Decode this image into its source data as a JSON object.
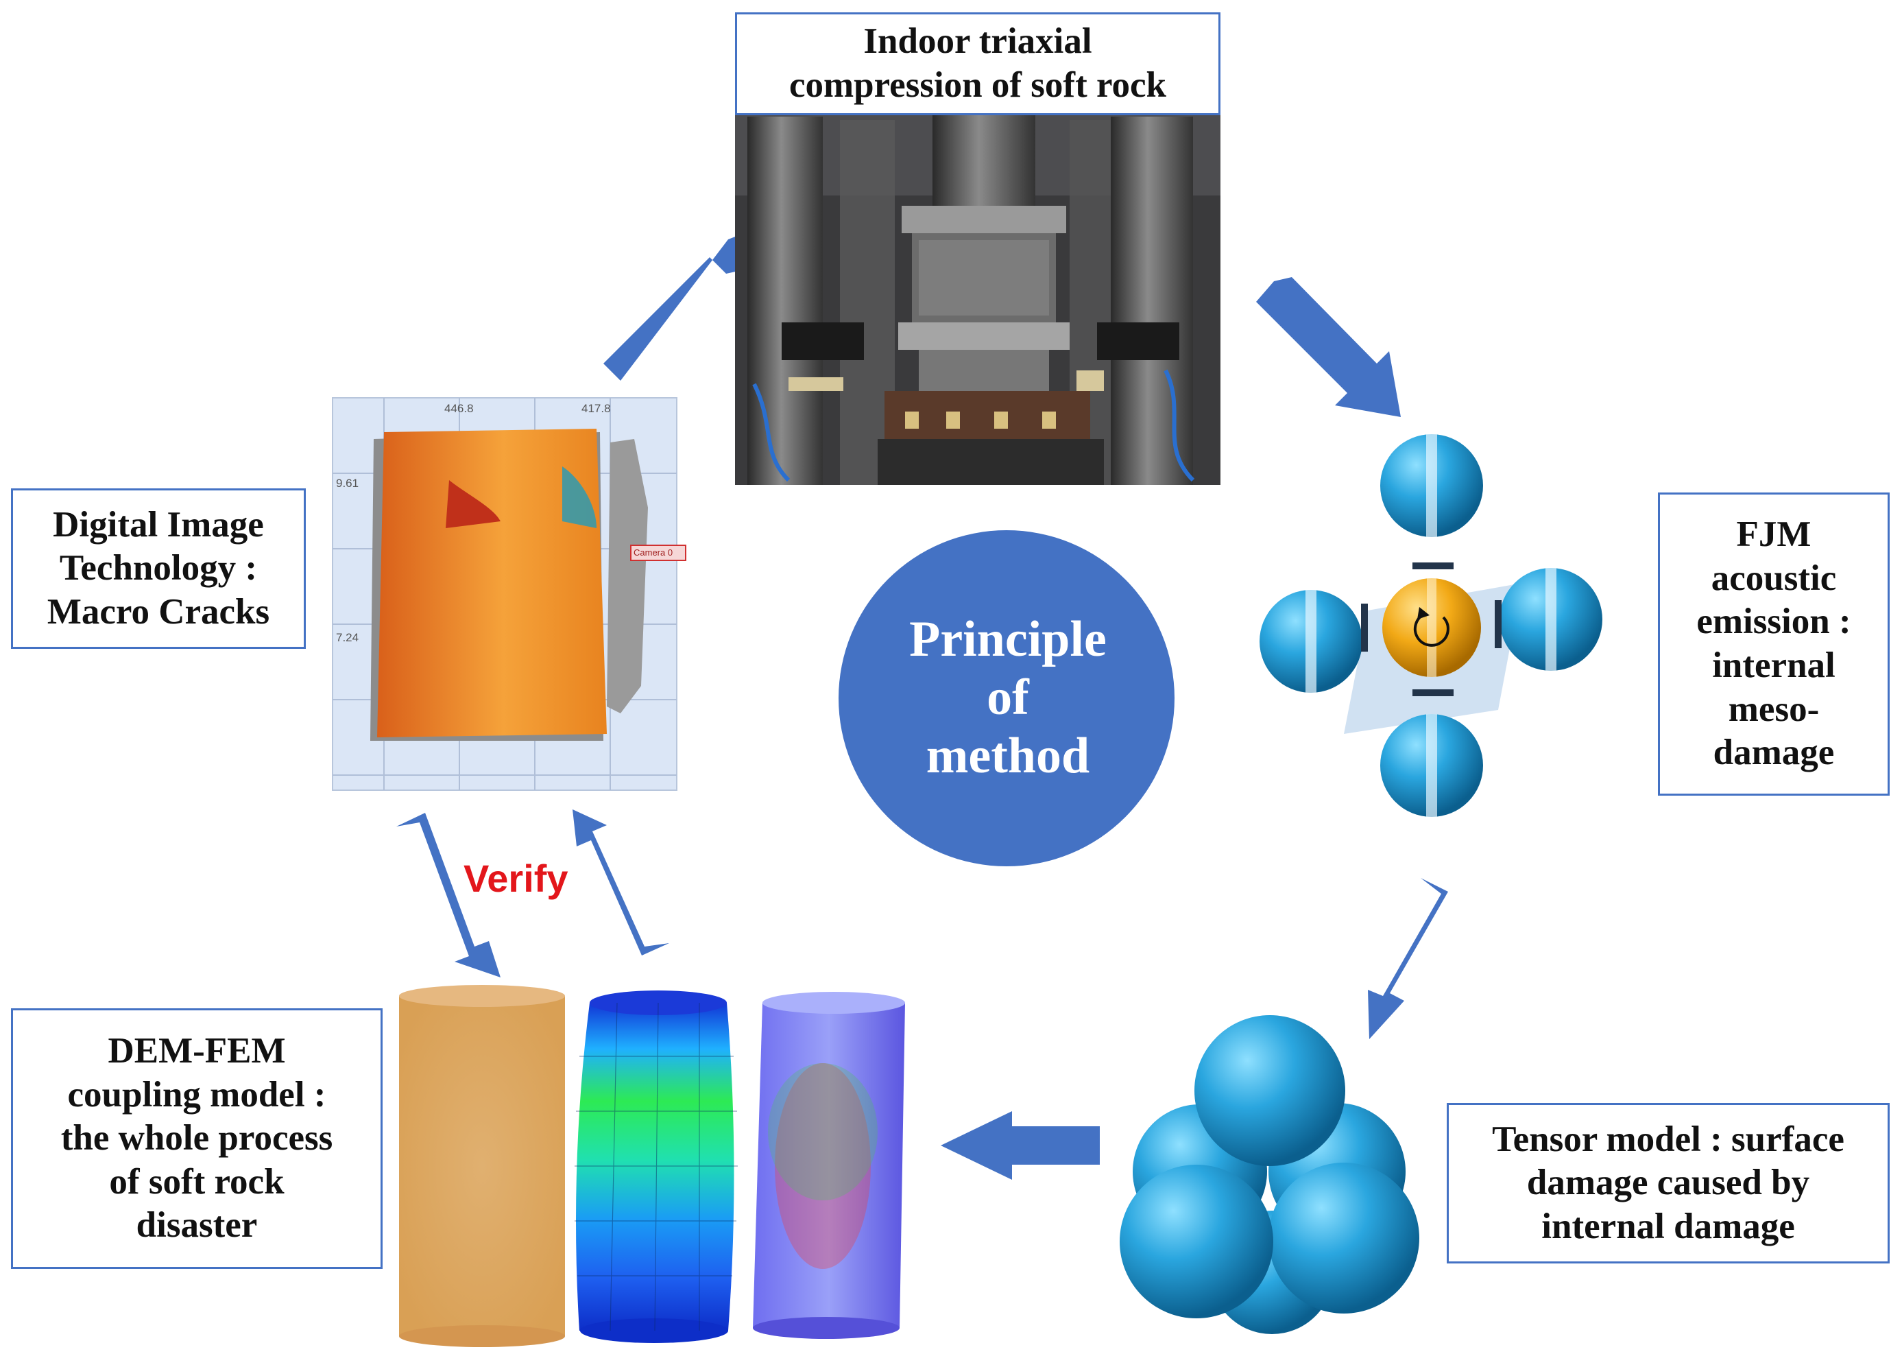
{
  "diagram": {
    "center": {
      "label": "Principle\nof\nmethod",
      "color": "#4472c4"
    },
    "boxes": {
      "top": "Indoor triaxial\ncompression of soft rock",
      "right": "FJM\nacoustic\nemission :\ninternal\nmeso-\ndamage",
      "bottom_right": "Tensor model : surface\ndamage caused by\ninternal damage",
      "left_bottom": "DEM-FEM\ncoupling model :\nthe whole process\nof soft rock\ndisaster",
      "left_top": "Digital Image\nTechnology :\nMacro Cracks"
    },
    "verify_label": "Verify",
    "dic_panel": {
      "tick_top_1": "446.8",
      "tick_top_2": "417.8",
      "tick_left_1": "9.61",
      "tick_left_2": "7.24",
      "camera_label": "Camera 0"
    },
    "colors": {
      "arrow": "#4472c4",
      "border": "#4472c4",
      "sphere_blue": "#29a8e0",
      "sphere_gold": "#f0a818",
      "verify": "#e3161b"
    }
  }
}
